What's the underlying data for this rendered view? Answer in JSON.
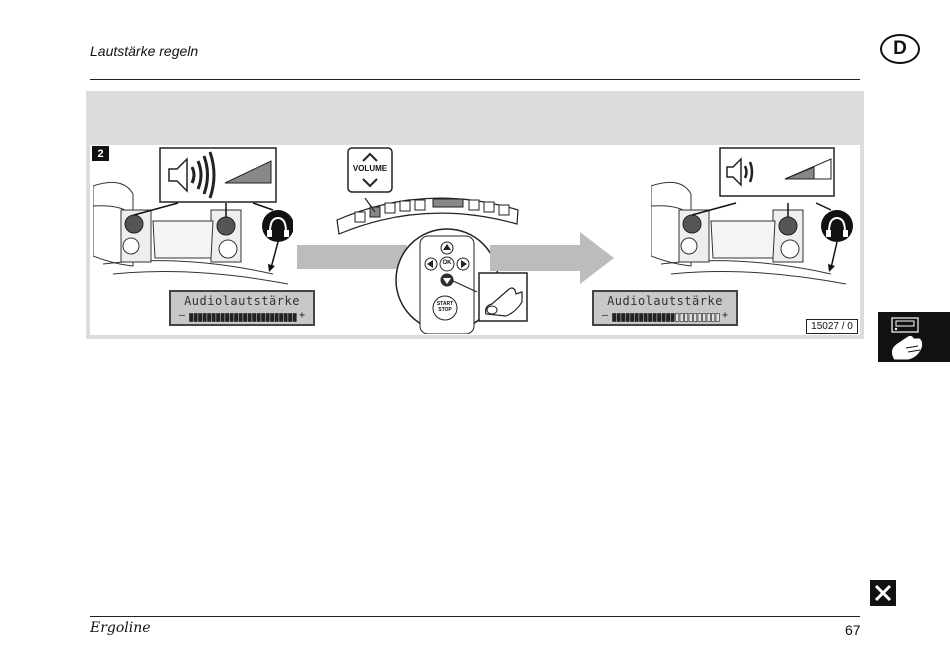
{
  "header": {
    "title": "Lautstärke regeln",
    "language_badge": "D"
  },
  "figure": {
    "number": "2",
    "volume_button_label": "VOLUME",
    "remote": {
      "ok_label": "OK",
      "start_stop_label": "START\nSTOP"
    },
    "display_left": {
      "text": "Audiolautstärke",
      "minus": "–",
      "plus": "+",
      "level": 1.0
    },
    "display_right": {
      "text": "Audiolautstärke",
      "minus": "–",
      "plus": "+",
      "level": 0.6
    },
    "reference": "15027 / 0"
  },
  "footer": {
    "brand": "Ergoline",
    "page_number": "67"
  }
}
